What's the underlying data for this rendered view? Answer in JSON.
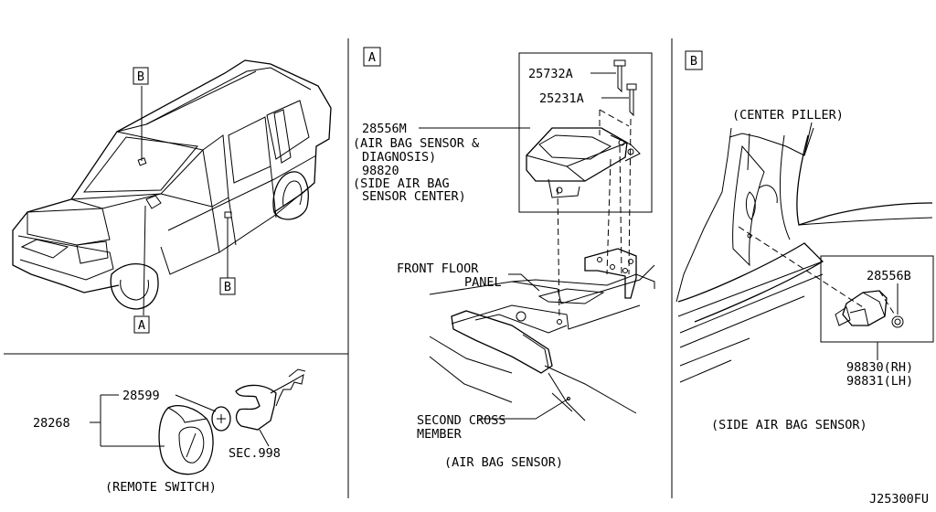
{
  "diagram_id": "J25300FU",
  "sections": {
    "remote_switch": {
      "title": "(REMOTE SWITCH)",
      "labels": {
        "p28268": "28268",
        "p28599": "28599",
        "sec998": "SEC.998"
      }
    },
    "vehicle": {
      "markers": {
        "b_top": "B",
        "b_door": "B",
        "a_bottom": "A"
      }
    },
    "air_bag_sensor": {
      "tag": "A",
      "title": "(AIR BAG SENSOR)",
      "labels": {
        "p25732a": "25732A",
        "p25231a": "25231A",
        "p28556m_l1": "28556M",
        "p28556m_l2": "(AIR BAG SENSOR &",
        "p28556m_l3": "DIAGNOSIS)",
        "p98820_l1": "98820",
        "p98820_l2": "(SIDE AIR BAG",
        "p98820_l3": "SENSOR CENTER)",
        "front_floor_l1": "FRONT FLOOR",
        "front_floor_l2": "PANEL",
        "second_cross_l1": "SECOND CROSS",
        "second_cross_l2": "MEMBER"
      }
    },
    "side_air_bag_sensor": {
      "tag": "B",
      "title": "(SIDE AIR BAG SENSOR)",
      "labels": {
        "center_piller": "(CENTER PILLER)",
        "p28556b": "28556B",
        "p98830": "98830(RH)",
        "p98831": "98831(LH)"
      }
    }
  }
}
